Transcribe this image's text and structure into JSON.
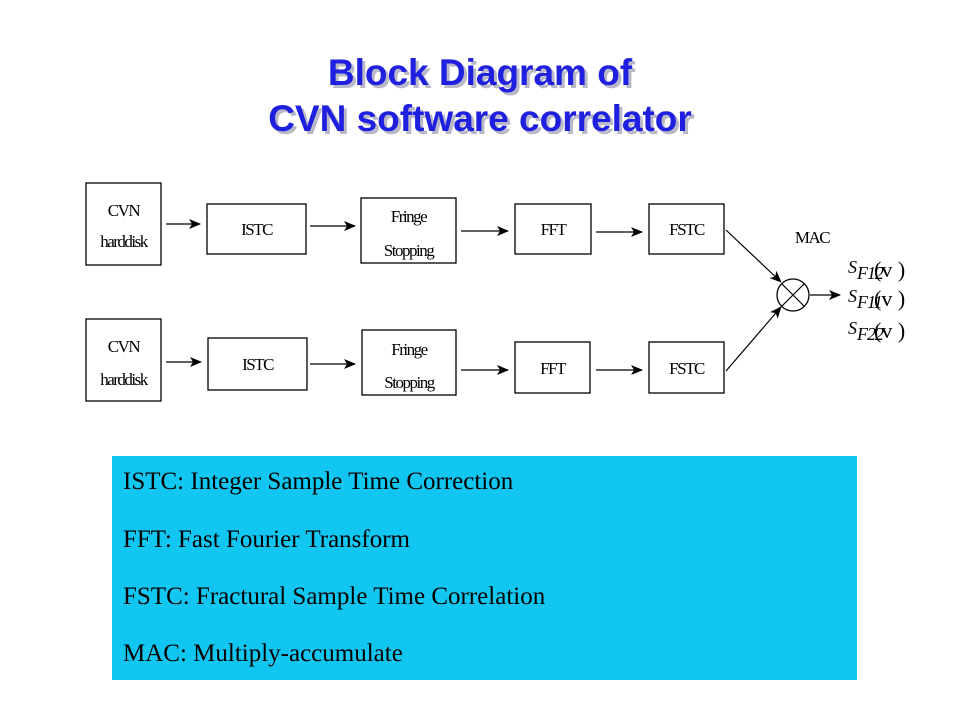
{
  "title": {
    "line1": "Block Diagram of",
    "line2": "CVN software correlator"
  },
  "diagram": {
    "source_line1": "CVN",
    "source_line2": "harddisk",
    "istc": "ISTC",
    "fringe_line1": "Fringe",
    "fringe_line2": "Stopping",
    "fft": "FFT",
    "fstc": "FSTC",
    "mac": "MAC",
    "outputs": [
      {
        "s": "S",
        "sub": "F12",
        "arg": "(v )"
      },
      {
        "s": "S",
        "sub": "F11",
        "arg": "(v )"
      },
      {
        "s": "S",
        "sub": "F22",
        "arg": "(v )"
      }
    ]
  },
  "legend": {
    "background": "#11c6f0",
    "items": [
      "ISTC: Integer Sample Time Correction",
      "FFT: Fast Fourier Transform",
      "FSTC: Fractural Sample Time Correlation",
      "MAC: Multiply-accumulate"
    ]
  }
}
